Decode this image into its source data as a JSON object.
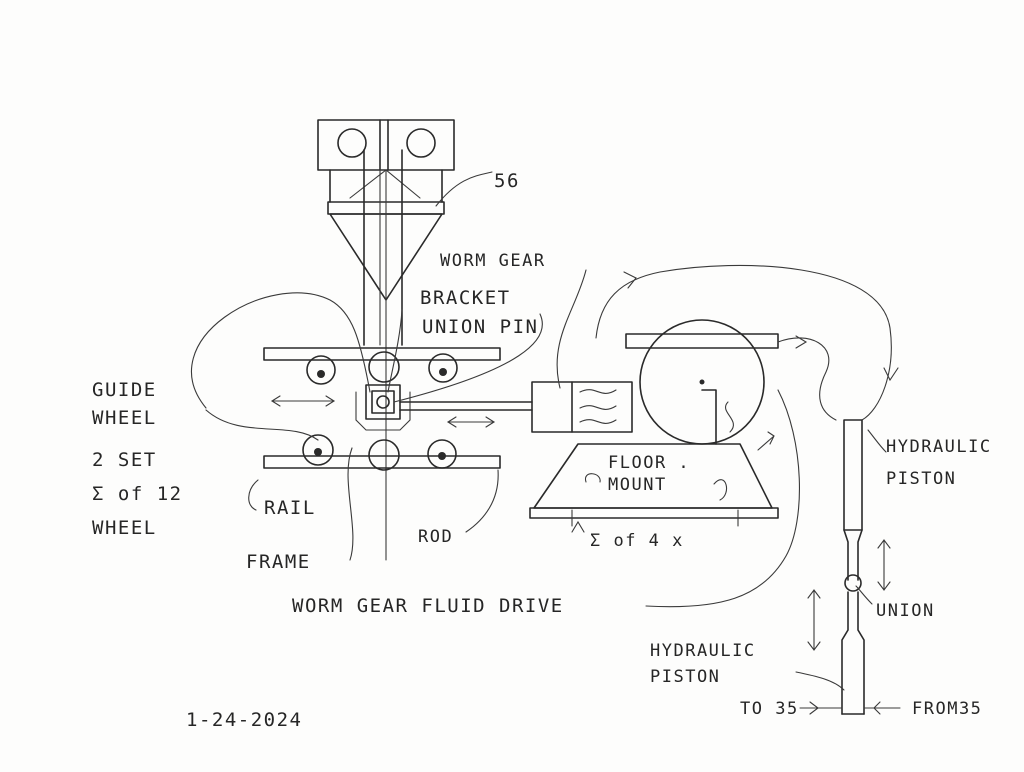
{
  "labels": {
    "part_56": "56",
    "worm_gear": "WORM GEAR",
    "bracket": "BRACKET",
    "union_pin": "UNION PIN",
    "guide_wheel_1": "GUIDE",
    "guide_wheel_2": "WHEEL",
    "set_1": "2 SET",
    "set_2": "Σ of 12",
    "set_3": "WHEEL",
    "rail": "RAIL",
    "frame": "FRAME",
    "rod": "ROD",
    "floor_mount_1": "FLOOR .",
    "floor_mount_2": "MOUNT",
    "floor_count": "Σ of 4 x",
    "worm_gear_fluid_drive": "WORM GEAR FLUID DRIVE",
    "hydraulic_piston_top_1": "HYDRAULIC",
    "hydraulic_piston_top_2": "PISTON",
    "union": "UNION",
    "hydraulic_piston_bottom_1": "HYDRAULIC",
    "hydraulic_piston_bottom_2": "PISTON",
    "to_35": "TO 35",
    "from_35": "FROM35",
    "date": "1-24-2024"
  }
}
